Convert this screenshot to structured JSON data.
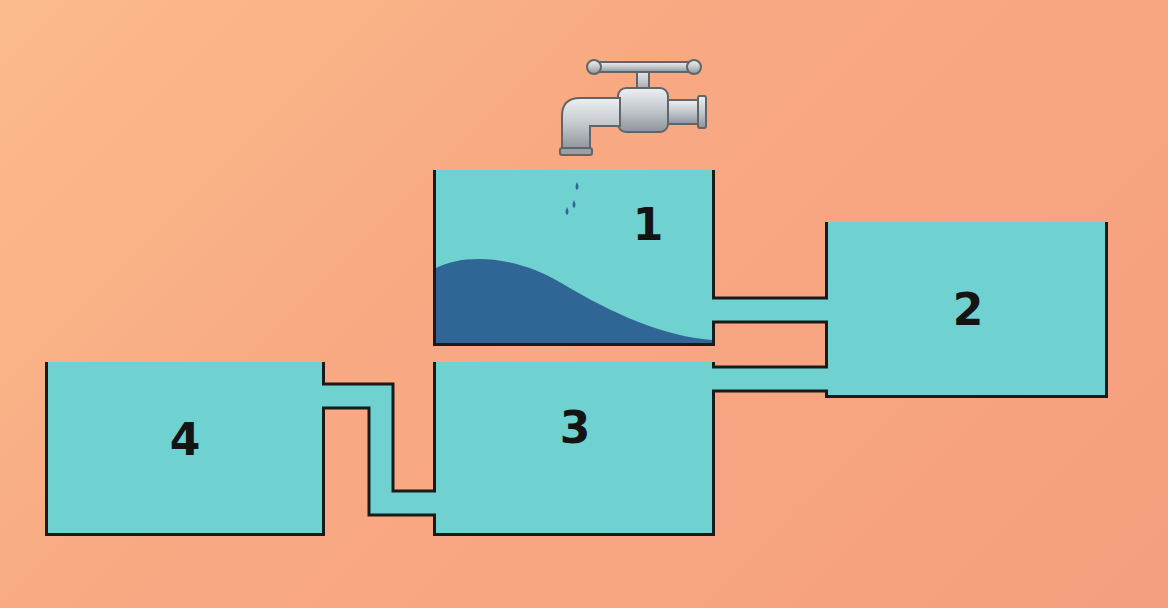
{
  "diagram": {
    "nodes": [
      {
        "text": [
          "1"
        ]
      },
      {
        "text": [
          "2"
        ]
      },
      {
        "text": [
          "3"
        ]
      },
      {
        "text": [
          "4"
        ]
      }
    ],
    "edges": [
      {
        "from": 0,
        "to": 1,
        "arrow": "none"
      },
      {
        "from": 1,
        "to": 2,
        "arrow": "none"
      },
      {
        "from": 2,
        "to": 3,
        "arrow": "none"
      }
    ]
  }
}
